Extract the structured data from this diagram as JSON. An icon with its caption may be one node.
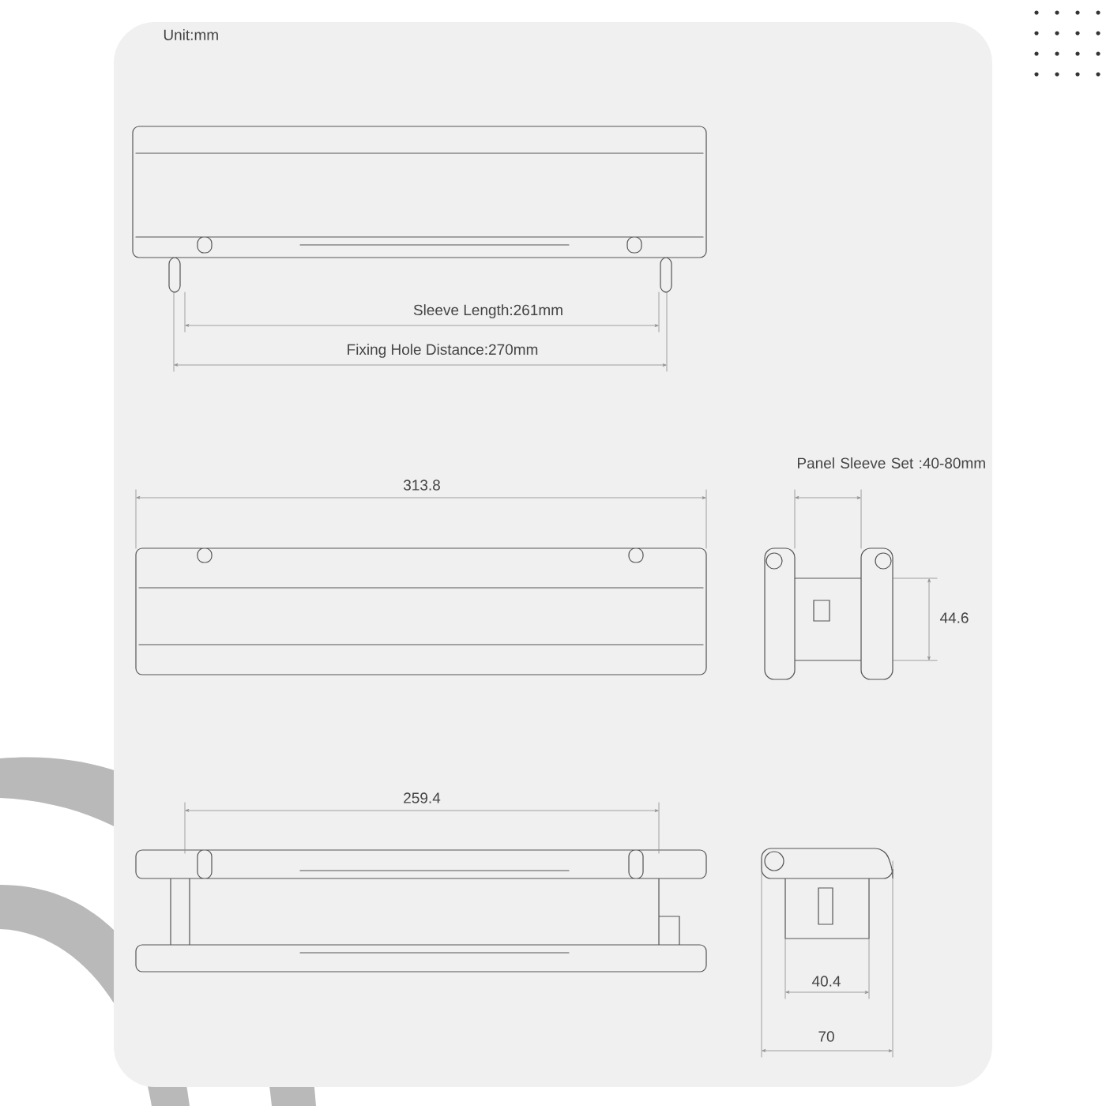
{
  "diagram": {
    "labels": [
      "Unit:mm",
      "Sleeve Length:261mm",
      "Fixing Hole Distance:270mm",
      "313.8",
      "Panel Sleeve Set :40-80mm",
      "44.6",
      "259.4",
      "40.4",
      "70"
    ]
  }
}
